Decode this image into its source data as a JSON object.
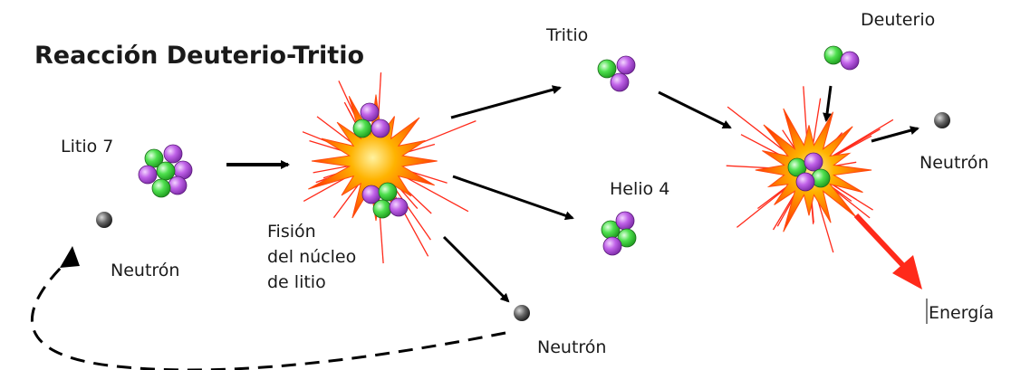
{
  "title": "Reacción Deuterio-Tritio",
  "labels": {
    "litio7": "Litio 7",
    "neutron_left": "Neutrón",
    "fision_line1": "Fisión",
    "fision_line2": "del núcleo",
    "fision_line3": "de litio",
    "neutron_bottom": "Neutrón",
    "tritio": "Tritio",
    "helio4": "Helio 4",
    "deuterio": "Deuterio",
    "neutron_right": "Neutrón",
    "energia": "Energía"
  },
  "colors": {
    "proton": "#b54fe0",
    "neutron_nucleon": "#3fdc3f",
    "free_neutron": "#3a3a3a",
    "explosion_core": "#ff7a00",
    "ray": "#ff2a1a",
    "energy_arrow": "#ff2a1a",
    "arrow": "#000000"
  }
}
